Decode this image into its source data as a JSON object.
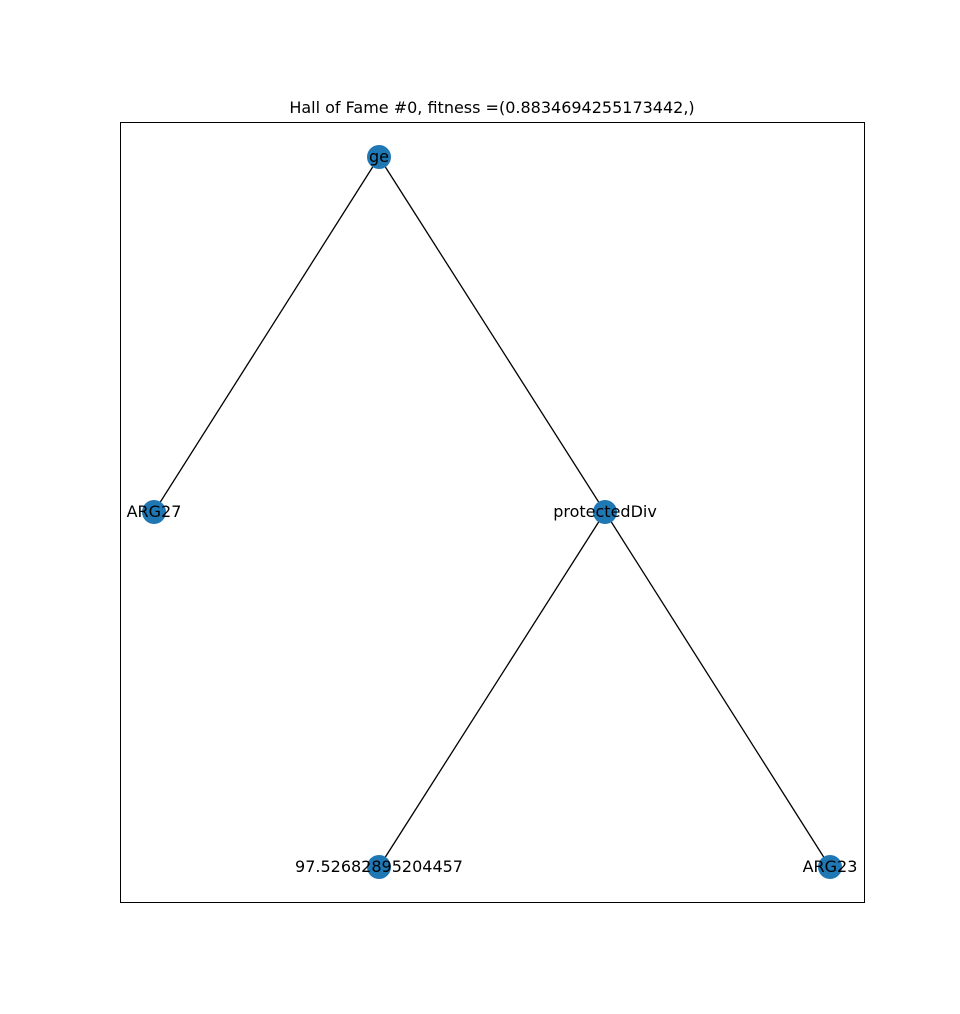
{
  "title": "Hall of Fame #0, fitness =(0.8834694255173442,)",
  "colors": {
    "node": "#1f77b4",
    "edge": "#000000",
    "label": "#000000"
  },
  "tree": {
    "nodes": [
      {
        "id": "n0",
        "label": "ge",
        "depth": 0,
        "order": 1
      },
      {
        "id": "n1",
        "label": "ARG27",
        "depth": 1,
        "order": 0
      },
      {
        "id": "n2",
        "label": "protectedDiv",
        "depth": 1,
        "order": 2
      },
      {
        "id": "n3",
        "label": "97.52682895204457",
        "depth": 2,
        "order": 1
      },
      {
        "id": "n4",
        "label": "ARG23",
        "depth": 2,
        "order": 3
      }
    ],
    "edges": [
      {
        "from": "n0",
        "to": "n1"
      },
      {
        "from": "n0",
        "to": "n2"
      },
      {
        "from": "n2",
        "to": "n3"
      },
      {
        "from": "n2",
        "to": "n4"
      }
    ]
  }
}
